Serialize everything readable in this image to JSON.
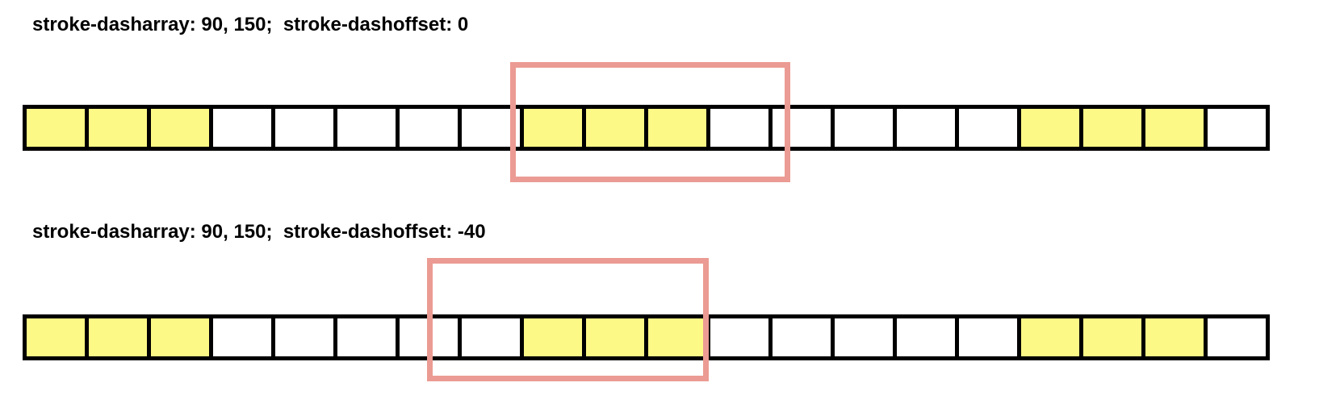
{
  "colors": {
    "dash_fill": "#fdf986",
    "gap_fill": "#ffffff",
    "cell_border": "#000000",
    "window_border": "#eb9b93"
  },
  "rows": [
    {
      "label": "stroke-dasharray: 90, 150;  stroke-dashoffset: 0",
      "cells": [
        1,
        1,
        1,
        0,
        0,
        0,
        0,
        0,
        1,
        1,
        1,
        0,
        0,
        0,
        0,
        0,
        1,
        1,
        1,
        0
      ]
    },
    {
      "label": "stroke-dasharray: 90, 150;  stroke-dashoffset: -40",
      "cells": [
        1,
        1,
        1,
        0,
        0,
        0,
        0,
        0,
        1,
        1,
        1,
        0,
        0,
        0,
        0,
        0,
        1,
        1,
        1,
        0
      ]
    }
  ]
}
